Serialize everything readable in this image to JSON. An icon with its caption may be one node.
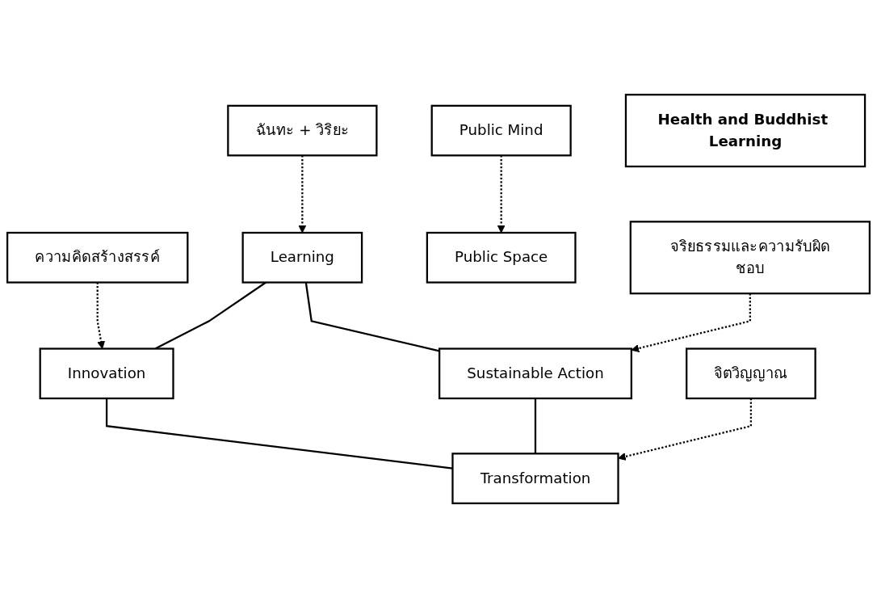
{
  "diagram": {
    "nodes": [
      {
        "text": [
          "ฉันทะ + วิริยะ"
        ]
      },
      {
        "text": [
          "ความคิดสร้างสรรค์"
        ]
      },
      {
        "text": [
          "Learning"
        ]
      },
      {
        "text": [
          "Innovation"
        ]
      },
      {
        "text": [
          "Public Mind"
        ]
      },
      {
        "text": [
          "Health and Buddhist Learning"
        ]
      },
      {
        "text": [
          "Public Space"
        ]
      },
      {
        "text": [
          "Sustainable Action"
        ]
      },
      {
        "text": [
          "Transformation"
        ]
      },
      {
        "text": [
          "จริยธรรมและความรับผิดชอบ"
        ]
      },
      {
        "text": [
          "จิตวิญญาณ"
        ]
      }
    ],
    "edges": [
      {
        "from": 0,
        "to": 2,
        "arrow": "to",
        "style": "dashed"
      },
      {
        "from": 1,
        "to": 3,
        "arrow": "to",
        "style": "dashed"
      },
      {
        "from": 2,
        "to": 3,
        "arrow": "none"
      },
      {
        "from": 2,
        "to": 7,
        "arrow": "none"
      },
      {
        "from": 3,
        "to": 8,
        "arrow": "none"
      },
      {
        "from": 4,
        "to": 6,
        "arrow": "to",
        "style": "dashed"
      },
      {
        "from": 7,
        "to": 8,
        "arrow": "none"
      },
      {
        "from": 9,
        "to": 7,
        "arrow": "to",
        "style": "dashed"
      },
      {
        "from": 10,
        "to": 8,
        "arrow": "to",
        "style": "dashed"
      }
    ]
  }
}
